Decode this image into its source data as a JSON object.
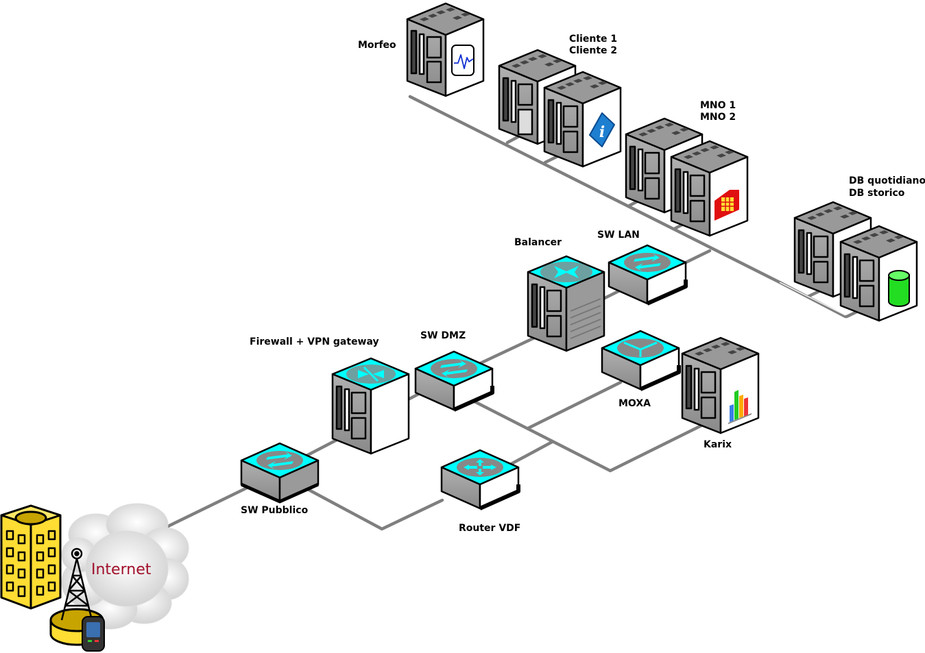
{
  "labels": {
    "morfeo": "Morfeo",
    "cliente1": "Cliente 1",
    "cliente2": "Cliente 2",
    "mno1": "MNO 1",
    "mno2": "MNO 2",
    "db1": "DB quotidiano",
    "db2": "DB storico",
    "balancer": "Balancer",
    "sw_lan": "SW LAN",
    "firewall": "Firewall + VPN gateway",
    "sw_dmz": "SW DMZ",
    "moxa": "MOXA",
    "karix": "Karix",
    "sw_pubblico": "SW Pubblico",
    "router_vdf": "Router VDF",
    "internet": "Internet"
  },
  "colors": {
    "cable": "#7f7f7f",
    "device_top": "#00ffff",
    "server_gray": "#9a9a9a",
    "building": "#ffdd33",
    "internet_text": "#a0102a",
    "db_green": "#22dd22",
    "sim_red": "#e01010",
    "info_blue": "#1e7fd0"
  },
  "icons": {
    "server_morfeo": "monitor-chart-icon",
    "server_cliente": "info-icon",
    "server_mno": "sim-card-icon",
    "server_db": "database-icon",
    "server_karix": "bar-chart-icon",
    "internet": "cloud-icon",
    "antenna": "radio-tower-icon",
    "building": "building-icon",
    "phone": "mobile-phone-icon"
  }
}
